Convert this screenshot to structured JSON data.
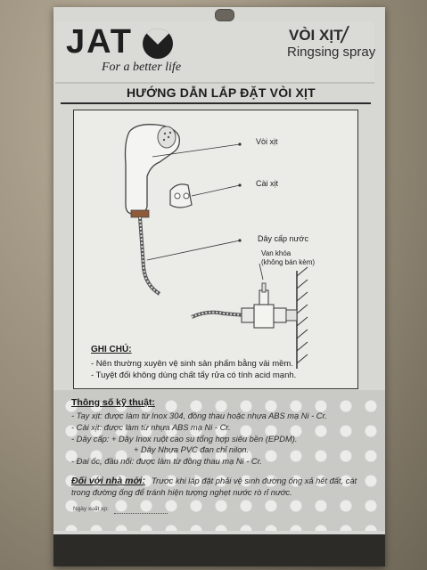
{
  "brand": {
    "logo": "JAT",
    "tagline": "For a better life"
  },
  "product": {
    "name_vn": "VÒI XỊT",
    "slash": "/",
    "name_en": "Ringsing spray"
  },
  "instruction_title": "HƯỚNG DẪN LẮP ĐẶT VÒI XỊT",
  "diagram_labels": {
    "spray": "Vòi xịt",
    "holder": "Cài xịt",
    "hose": "Dây cấp nước",
    "valve_line1": "Van khóa",
    "valve_line2": "(không bán kèm)"
  },
  "notes": {
    "title": "GHI CHÚ:",
    "items": [
      "- Nên thường xuyên vệ sinh sản phẩm bằng vải mềm.",
      "- Tuyệt đối không dùng chất tẩy rửa có tính acid mạnh."
    ]
  },
  "specs": {
    "title": "Thông số kỹ thuật:",
    "items": [
      "- Tay xịt: được làm từ Inox 304, đồng thau hoặc nhựa ABS mạ Ni - Cr.",
      "- Cài xịt: được làm từ nhựa ABS mạ Ni - Cr.",
      "- Dây cấp: + Dây Inox ruột cao su tổng hợp siêu bền (EPDM).",
      "+ Dây Nhựa PVC đan chỉ nilon.",
      "- Đai ốc, đầu nối: được làm từ đồng thau mạ Ni - Cr."
    ]
  },
  "dealers": {
    "title": "Đối với nhà mới:",
    "text_line1": "Trước khi lắp đặt phải vệ sinh đường ống xả hết đất, cát",
    "text_line2": "trong đường ống để tránh hiện tượng nghẹt nước rò rỉ nước."
  },
  "date_label": "Ngày xuất  xp:"
}
